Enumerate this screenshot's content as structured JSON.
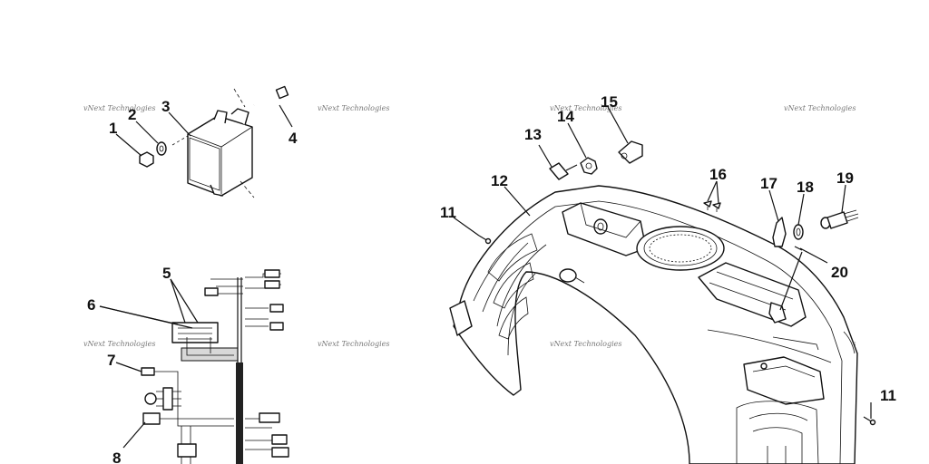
{
  "callouts": [
    {
      "id": "c1",
      "text": "1"
    },
    {
      "id": "c2",
      "text": "2"
    },
    {
      "id": "c3",
      "text": "3"
    },
    {
      "id": "c4",
      "text": "4"
    },
    {
      "id": "c5",
      "text": "5"
    },
    {
      "id": "c6",
      "text": "6"
    },
    {
      "id": "c7",
      "text": "7"
    },
    {
      "id": "c8",
      "text": "8"
    },
    {
      "id": "c11a",
      "text": "11"
    },
    {
      "id": "c11b",
      "text": "11"
    },
    {
      "id": "c12",
      "text": "12"
    },
    {
      "id": "c13",
      "text": "13"
    },
    {
      "id": "c14",
      "text": "14"
    },
    {
      "id": "c15",
      "text": "15"
    },
    {
      "id": "c16",
      "text": "16"
    },
    {
      "id": "c17",
      "text": "17"
    },
    {
      "id": "c18",
      "text": "18"
    },
    {
      "id": "c19",
      "text": "19"
    },
    {
      "id": "c20",
      "text": "20"
    }
  ],
  "watermark": {
    "text": "vNext Technologies"
  }
}
